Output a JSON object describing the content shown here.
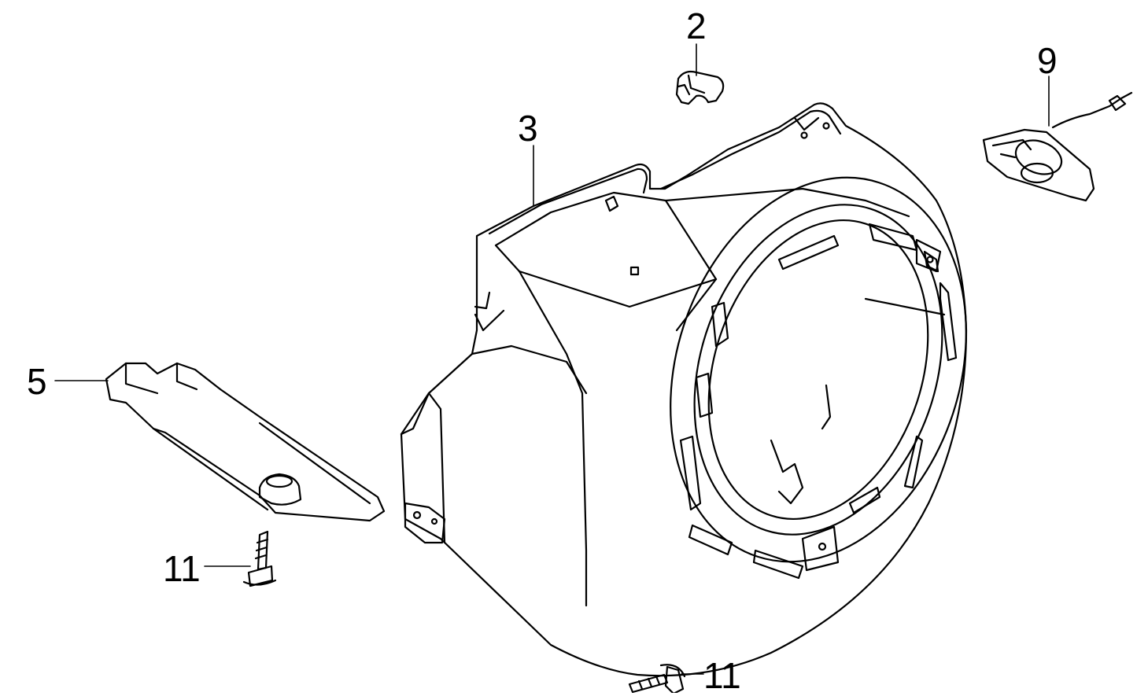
{
  "diagram": {
    "callouts": [
      {
        "id": "c2",
        "label": "2",
        "part": "clip"
      },
      {
        "id": "c3",
        "label": "3",
        "part": "fan-cover-shroud"
      },
      {
        "id": "c9",
        "label": "9",
        "part": "oil-alert-switch"
      },
      {
        "id": "c5",
        "label": "5",
        "part": "bottom-guard-plate"
      },
      {
        "id": "c11a",
        "label": "11",
        "part": "flange-bolt"
      },
      {
        "id": "c11b",
        "label": "11",
        "part": "flange-bolt"
      }
    ],
    "colors": {
      "line": "#000000",
      "background": "#ffffff"
    }
  }
}
